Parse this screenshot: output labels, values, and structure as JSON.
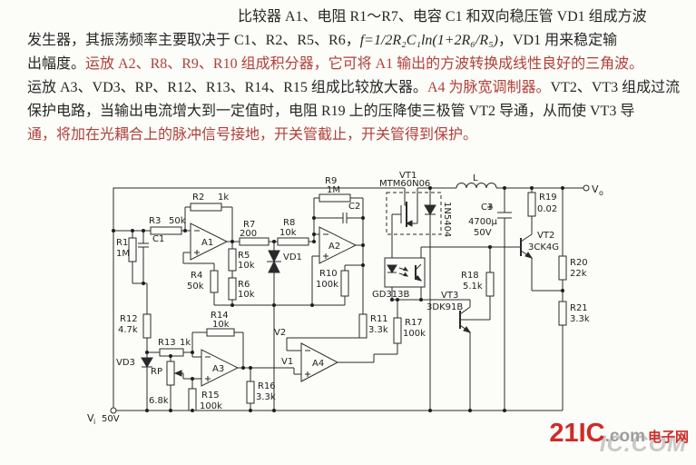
{
  "page": {
    "background": "#fcfcf8",
    "ink": "#262626",
    "red_text": "#b0403a",
    "wire_color": "#2a2a2a"
  },
  "description": {
    "lines": [
      {
        "segments": [
          {
            "text": "比较器 A1、电阻 R1～R7、电容 C1 和双向稳压管 VD1 组成方波"
          }
        ]
      },
      {
        "segments": [
          {
            "text": "发生器，其振荡频率主要取决于 C1、R2、R5、R6，"
          },
          {
            "text": "f=1/2R₂C₁ln(1+2R₆/R₅)"
          },
          {
            "text": "，VD1 用来稳定输"
          }
        ]
      },
      {
        "segments": [
          {
            "text": "出幅度。"
          },
          {
            "text": "运放 A2、R8、R9、R10 组成积分器，它可将 A1 输出的方波转换成线性良好的三角波。"
          }
        ]
      },
      {
        "segments": [
          {
            "text": "运放 A3、VD3、RP、R12、R13、R14、R15 组成比较放大器。"
          },
          {
            "text": "A4 为脉宽调制器。"
          },
          {
            "text": "VT2、VT3 组成过流"
          }
        ]
      },
      {
        "segments": [
          {
            "text": "保护电路，当输出电流增大到一定值时，电阻 R19 上的压降使三极管 VT2 导通，从而使 VT3 导"
          }
        ]
      },
      {
        "segments": [
          {
            "text": "通，将加在光耦合上的脉冲信号接地，开关管截止，开关管得到保护。"
          }
        ]
      }
    ]
  },
  "circuit": {
    "labels": {
      "r1": "R1",
      "r1v": "1M",
      "r2": "R2",
      "r2v": "1k",
      "r3": "R3",
      "r3v": "50k",
      "r4": "R4",
      "r4v": "50k",
      "r5": "R5",
      "r5v": "10k",
      "r6": "R6",
      "r6v": "10k",
      "r7": "R7",
      "r7v": "200",
      "r8": "R8",
      "r8v": "10k",
      "r9": "R9",
      "r9v": "1M",
      "r10": "R10",
      "r10v": "100k",
      "r11": "R11",
      "r11v": "3.3k",
      "r12": "R12",
      "r12v": "4.7k",
      "r13": "R13",
      "r13v": "1k",
      "r14": "R14",
      "r14v": "10k",
      "r15": "R15",
      "r15v": "100k",
      "r16": "R16",
      "r16v": "3.3k",
      "r17": "R17",
      "r17v": "100k",
      "r18": "R18",
      "r18v": "5.1k",
      "r19": "R19",
      "r19v": "0.02",
      "r20": "R20",
      "r20v": "22k",
      "r21": "R21",
      "r21v": "3.3k",
      "rp": "RP",
      "rpv": "6.8k",
      "c1": "C1",
      "c2": "C2",
      "c3": "C3",
      "c3v1": "4700μ",
      "c3v2": "50V",
      "vd1": "VD1",
      "vd2": "1N5404",
      "vd3": "VD3",
      "vt1": "VT1",
      "vt1v": "MTM60N06",
      "vt2": "VT2",
      "vt2v": "3CK4G",
      "vt3": "VT3",
      "vt3v": "3DK91B",
      "a1": "A1",
      "a2": "A2",
      "a3": "A3",
      "a4": "A4",
      "l": "L",
      "gd": "GD313B",
      "v1": "V1",
      "v2": "V2",
      "vo_main": "V",
      "vo_sub": "o",
      "vi_main": "V",
      "vi_sub": "i",
      "vi_val": "50V"
    }
  },
  "watermark": {
    "brand": "21IC",
    "domain": ".com",
    "site": "电子网",
    "echo": "IC.COM"
  }
}
